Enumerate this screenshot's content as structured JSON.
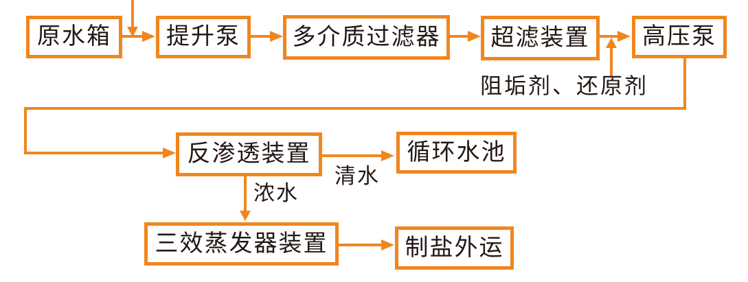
{
  "diagram": {
    "type": "process-flowchart",
    "colors": {
      "accent": "#F0861E",
      "text": "#231815",
      "background": "#FFFFFF"
    },
    "nodes": {
      "raw_water_tank": {
        "label": "原水箱"
      },
      "lift_pump": {
        "label": "提升泵"
      },
      "multimedia_filter": {
        "label": "多介质过滤器"
      },
      "ultrafiltration_unit": {
        "label": "超滤装置"
      },
      "high_pressure_pump": {
        "label": "高压泵"
      },
      "reverse_osmosis_unit": {
        "label": "反渗透装置"
      },
      "circulating_water_pool": {
        "label": "循环水池"
      },
      "triple_effect_evaporator": {
        "label": "三效蒸发器装置"
      },
      "salt_shipping": {
        "label": "制盐外运"
      }
    },
    "labels": {
      "antiscalant_reductant": "阻垢剂、还原剂",
      "clean_water": "清水",
      "concentrated_water": "浓水"
    },
    "edges": [
      {
        "from": "inlet_top",
        "to": "raw_water_tank_outlet_line",
        "label": ""
      },
      {
        "from": "raw_water_tank",
        "to": "lift_pump",
        "label": ""
      },
      {
        "from": "lift_pump",
        "to": "multimedia_filter",
        "label": ""
      },
      {
        "from": "multimedia_filter",
        "to": "ultrafiltration_unit",
        "label": ""
      },
      {
        "from": "ultrafiltration_unit",
        "to": "high_pressure_pump",
        "label": ""
      },
      {
        "from": "antiscalant_reductant",
        "to": "ultrafiltration_to_high_pressure_line",
        "label": "阻垢剂、还原剂"
      },
      {
        "from": "high_pressure_pump",
        "to": "reverse_osmosis_unit",
        "label": ""
      },
      {
        "from": "reverse_osmosis_unit",
        "to": "circulating_water_pool",
        "label": "清水"
      },
      {
        "from": "reverse_osmosis_unit",
        "to": "triple_effect_evaporator",
        "label": "浓水"
      },
      {
        "from": "triple_effect_evaporator",
        "to": "salt_shipping",
        "label": ""
      }
    ]
  }
}
